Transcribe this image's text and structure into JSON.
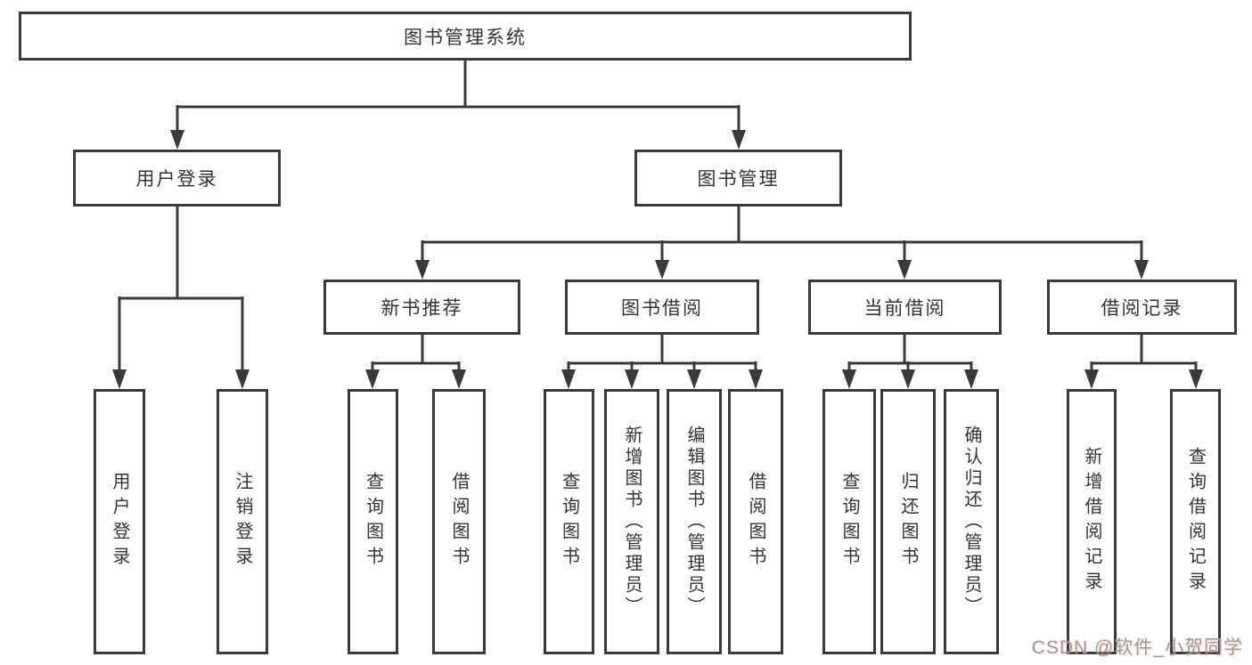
{
  "diagram": {
    "root": {
      "label": "图书管理系统"
    },
    "level2": [
      {
        "label": "用户登录"
      },
      {
        "label": "图书管理"
      }
    ],
    "level3": [
      {
        "label": "新书推荐"
      },
      {
        "label": "图书借阅"
      },
      {
        "label": "当前借阅"
      },
      {
        "label": "借阅记录"
      }
    ],
    "leaves": [
      {
        "label": "用户登录"
      },
      {
        "label": "注销登录"
      },
      {
        "label": "查询图书"
      },
      {
        "label": "借阅图书"
      },
      {
        "label": "查询图书"
      },
      {
        "label": "新增图书（管理员）"
      },
      {
        "label": "编辑图书（管理员）"
      },
      {
        "label": "借阅图书"
      },
      {
        "label": "查询图书"
      },
      {
        "label": "归还图书"
      },
      {
        "label": "确认归还（管理员）"
      },
      {
        "label": "新增借阅记录"
      },
      {
        "label": "查询借阅记录"
      }
    ],
    "colors": {
      "line": "#3a3a3a",
      "border": "#3a3a3a",
      "text": "#333333",
      "background": "#ffffff",
      "watermark_text": "#9c9c9c"
    }
  },
  "watermark": {
    "text": "CSDN @软件_小贺同学"
  }
}
